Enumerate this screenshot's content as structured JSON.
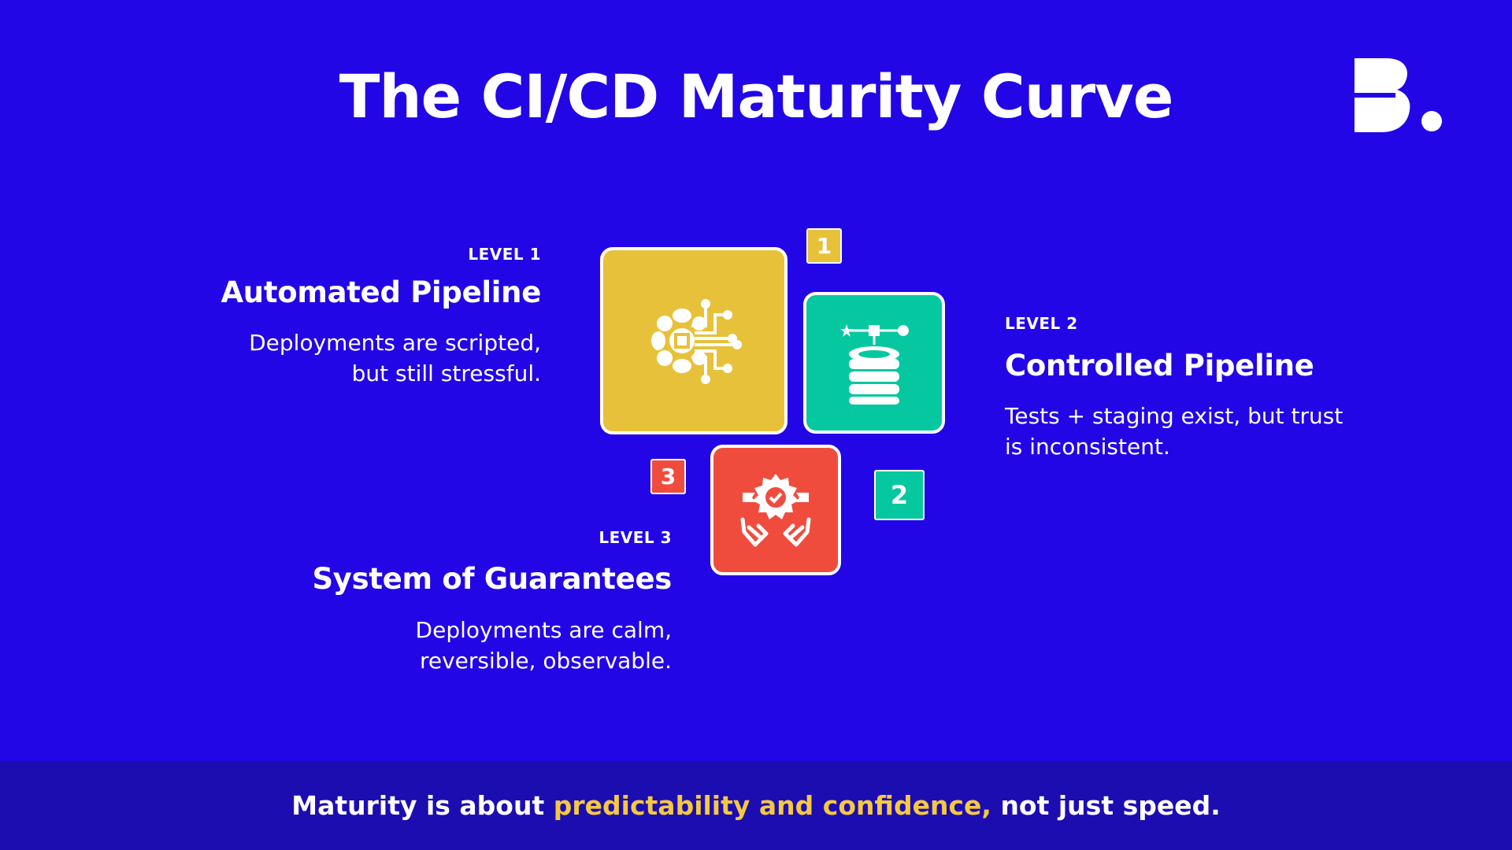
{
  "title": "The CI/CD Maturity Curve",
  "colors": {
    "background": "#2206e6",
    "footer_background": "#1c0db1",
    "level1": "#e8c13a",
    "level2": "#06c8a0",
    "level3": "#f04c3e",
    "highlight": "#f5c842"
  },
  "levels": [
    {
      "tag": "LEVEL 1",
      "title": "Automated Pipeline",
      "desc_line1": "Deployments are scripted,",
      "desc_line2": "but still stressful.",
      "badge": "1",
      "icon": "circuit-chip-icon"
    },
    {
      "tag": "LEVEL 2",
      "title": "Controlled Pipeline",
      "desc_line1": "Tests + staging exist, but trust",
      "desc_line2": "is inconsistent.",
      "badge": "2",
      "icon": "database-pipeline-icon"
    },
    {
      "tag": "LEVEL 3",
      "title": "System of Guarantees",
      "desc_line1": "Deployments are calm,",
      "desc_line2": "reversible, observable.",
      "badge": "3",
      "icon": "quality-guarantee-hands-icon"
    }
  ],
  "footer": {
    "before": "Maturity is about",
    "highlight": "predictability and confidence,",
    "after": "not just speed."
  }
}
